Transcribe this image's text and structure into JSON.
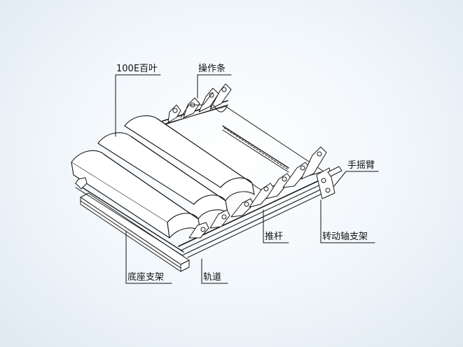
{
  "labels": {
    "louver": "100E百叶",
    "operating_bar": "操作条",
    "crank_arm": "手摇臂",
    "push_rod": "推杆",
    "pivot_bracket": "转动轴支架",
    "base_frame": "底座支架",
    "track": "轨道"
  },
  "colors": {
    "background": "#eef4f9",
    "line": "#1a1a1a",
    "fill": "#ffffff"
  }
}
